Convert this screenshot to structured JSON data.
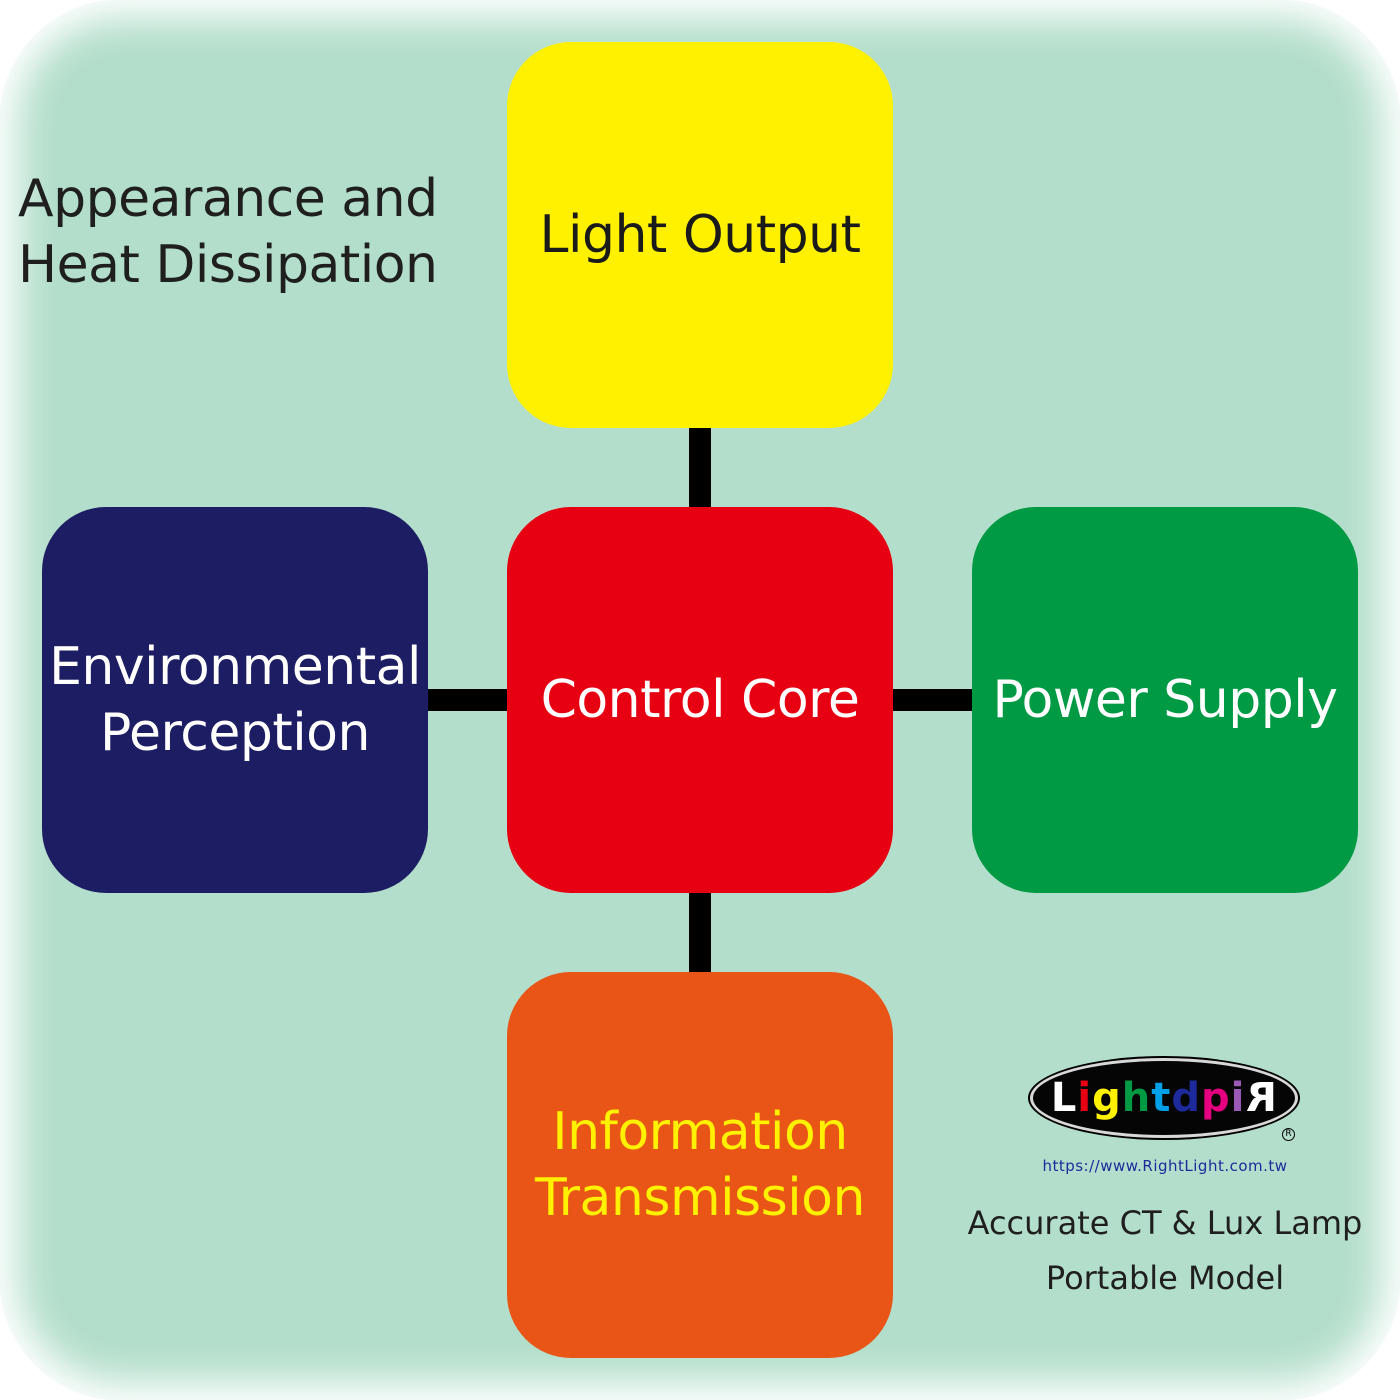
{
  "diagram": {
    "corner_label": [
      "Appearance and",
      "Heat Dissipation"
    ],
    "nodes": {
      "top": {
        "lines": [
          "Light Output"
        ],
        "fill": "#fff100",
        "text_color": "#1a1a1a"
      },
      "center": {
        "lines": [
          "Control Core"
        ],
        "fill": "#e60012",
        "text_color": "#ffffff"
      },
      "left": {
        "lines": [
          "Environmental",
          "Perception"
        ],
        "fill": "#1d1d63",
        "text_color": "#ffffff"
      },
      "right": {
        "lines": [
          "Power Supply"
        ],
        "fill": "#009a44",
        "text_color": "#ffffff"
      },
      "bottom": {
        "lines": [
          "Information",
          "Transmission"
        ],
        "fill": "#e95516",
        "text_color": "#fff100"
      }
    },
    "background_color": "#b3decb",
    "connector_color": "#000000"
  },
  "brand": {
    "logo_text": "LightdpiR",
    "logo_letter_colors": [
      "#ffffff",
      "#e60012",
      "#fff100",
      "#009a44",
      "#00a0e9",
      "#1d2a9c",
      "#e4007f",
      "#9b59b6",
      "#ffffff"
    ],
    "registered_mark": "R",
    "url": "https://www.RightLight.com.tw",
    "product_line1": "Accurate CT & Lux Lamp",
    "product_line2": "Portable Model"
  }
}
